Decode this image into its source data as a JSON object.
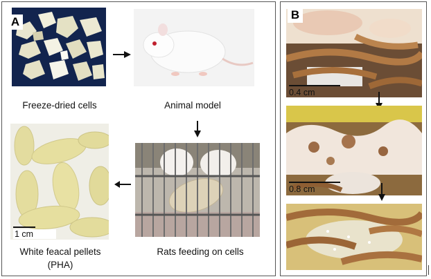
{
  "panelA": {
    "label": "A",
    "captions": {
      "freeze": "Freeze-dried cells",
      "animal": "Animal model",
      "rats": "Rats feeding on cells",
      "pellets_line1": "White feacal pellets",
      "pellets_line2": "(PHA)"
    },
    "scale_label": "1 cm"
  },
  "panelB": {
    "label": "B",
    "scale_top": "0.4 cm",
    "scale_mid": "0.8 cm"
  }
}
